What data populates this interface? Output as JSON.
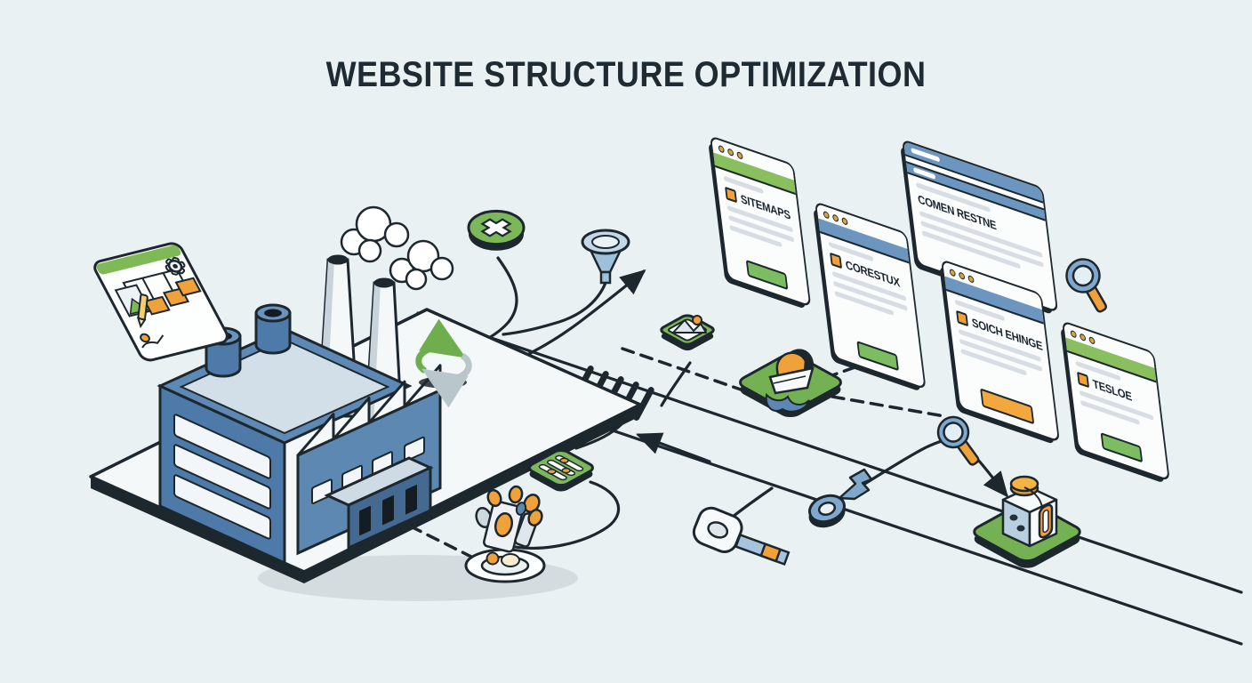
{
  "page": {
    "title": "WEBSITE STRUCTURE OPTIMIZATION"
  },
  "windows": [
    {
      "id": "sitemaps",
      "title": "SITEMAPS",
      "header_color": "#8abf60",
      "button_color": "#7dbd62",
      "chrome": "dots"
    },
    {
      "id": "corestux",
      "title": "CORESTUX",
      "header_color": "#6c96bf",
      "button_color": "#7dbd62",
      "chrome": "dots"
    },
    {
      "id": "comen-restne",
      "title": "COMEN RESTNE",
      "header_color": "#6c96bf",
      "button_color": null,
      "chrome": "tabs"
    },
    {
      "id": "soich-ehinge",
      "title": "SOICH EHINGE",
      "header_color": "#6c96bf",
      "button_color": "#f3a73f",
      "chrome": "dots"
    },
    {
      "id": "tesloe",
      "title": "TESLOE",
      "header_color": "#8abf60",
      "button_color": "#7dbd62",
      "chrome": "dots"
    }
  ],
  "icons": [
    "factory-icon",
    "flowchart-card-icon",
    "puzzle-badge-icon",
    "funnel-icon",
    "recycle-arrows-icon",
    "image-tile-icon",
    "ship-tile-icon",
    "sliders-chip-icon",
    "robot-marker-icon",
    "key-icon",
    "fork-key-icon",
    "magnifier-icon-top",
    "magnifier-icon-mid",
    "dice-tile-icon",
    "crosswalk-hatch-icon"
  ],
  "colors": {
    "background": "#e9f1f3",
    "outline": "#1d272e",
    "green": "#7eb956",
    "green_header": "#8abf60",
    "blue": "#5d88b2",
    "blue_header": "#6c96bf",
    "orange": "#f0a13a",
    "gold_dot": "#d9a43a",
    "light_gray": "#d7dde2",
    "white": "#fbfdfd"
  }
}
